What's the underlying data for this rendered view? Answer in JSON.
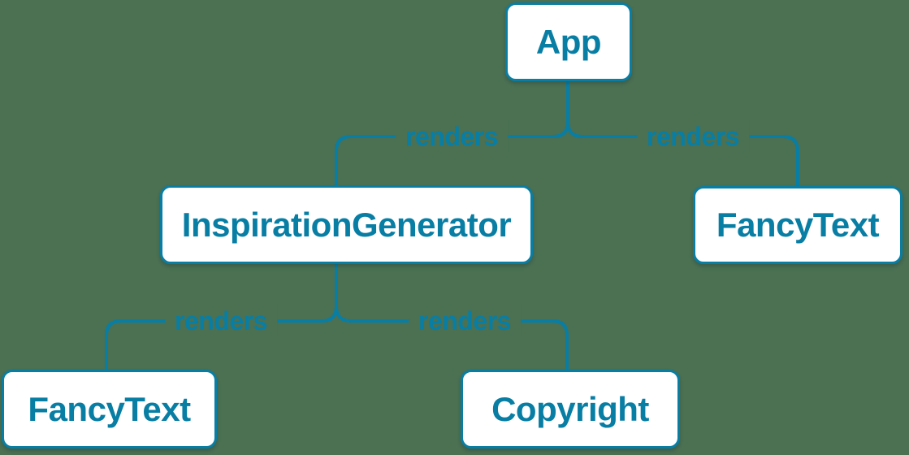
{
  "diagram": {
    "type": "component-render-tree",
    "colors": {
      "background": "#4b7052",
      "accent": "#087ea4",
      "node_fill": "#ffffff",
      "node_text": "#087ea4"
    },
    "nodes": {
      "app": {
        "label": "App"
      },
      "inspiration_generator": {
        "label": "InspirationGenerator"
      },
      "fancy_text_top": {
        "label": "FancyText"
      },
      "fancy_text_bottom": {
        "label": "FancyText"
      },
      "copyright": {
        "label": "Copyright"
      }
    },
    "edges": [
      {
        "from": "App",
        "to": "InspirationGenerator",
        "label": "renders"
      },
      {
        "from": "App",
        "to": "FancyText",
        "label": "renders"
      },
      {
        "from": "InspirationGenerator",
        "to": "FancyText",
        "label": "renders"
      },
      {
        "from": "InspirationGenerator",
        "to": "Copyright",
        "label": "renders"
      }
    ]
  }
}
